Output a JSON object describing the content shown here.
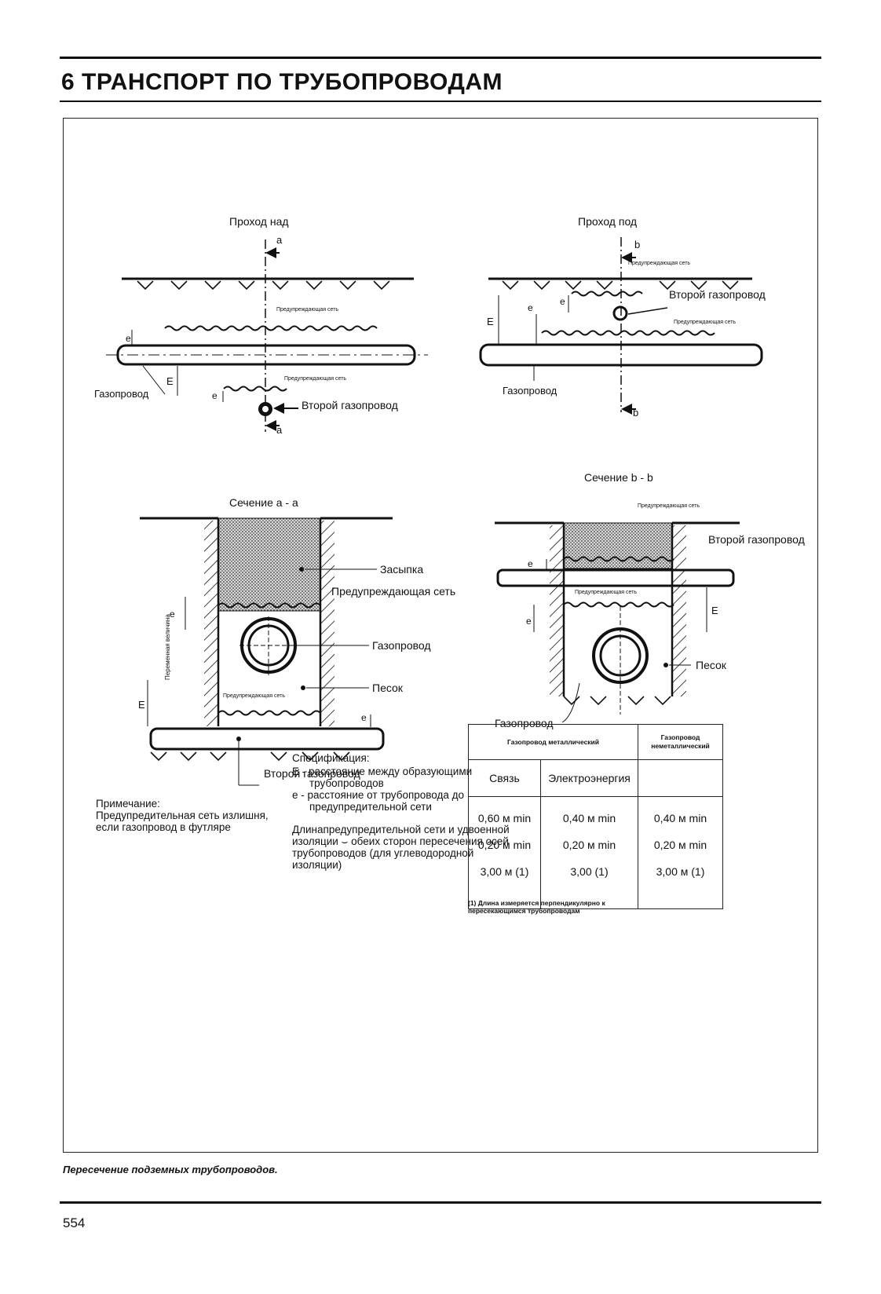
{
  "header": {
    "chapter_title": "6  ТРАНСПОРТ ПО ТРУБОПРОВОДАМ"
  },
  "figure": {
    "over": {
      "title": "Проход над",
      "section_mark_top": "a",
      "section_mark_bottom": "a",
      "warning_net_top": "Предупреждающая сеть",
      "warning_net_bottom": "Предупреждающая сеть",
      "pipeline": "Газопровод",
      "second_pipeline": "Второй газопровод",
      "dim_e": "e",
      "dim_E": "E"
    },
    "under": {
      "title": "Проход под",
      "section_mark_top": "b",
      "section_mark_bottom": "b",
      "warning_net_top": "Предупреждающая сеть",
      "warning_net_bottom": "Предупреждающая сеть",
      "pipeline": "Газопровод",
      "second_pipeline": "Второй газопровод",
      "dim_e": "e",
      "dim_E": "E"
    },
    "section_aa": {
      "title": "Сечение а - а",
      "backfill": "Засыпка",
      "warning_net": "Предупреждающая сеть",
      "warning_net_inner": "Предупреждающая сеть",
      "pipeline": "Газопровод",
      "sand": "Песок",
      "variable_size": "Переменная величина",
      "second_pipeline": "Второй газопровод",
      "dim_e": "e",
      "dim_E": "E"
    },
    "section_bb": {
      "title": "Сечение b - b",
      "warning_net_top": "Предупреждающая сеть",
      "warning_net_inner": "Предупреждающая сеть",
      "second_pipeline": "Второй газопровод",
      "sand": "Песок",
      "pipeline": "Газопровод",
      "dim_e": "e",
      "dim_E": "E"
    },
    "note": {
      "heading": "Примечание:",
      "body": "Предупредительная сеть излишня, если газопровод в футляре"
    },
    "spec": {
      "heading": "Спецификация:",
      "E_def": "E - расстояние между образующими трубопроводов",
      "e_def": "e - расстояние от трубопровода до предупредительной сети",
      "length_note": "Длинапредупредительной сети и удвоенной изоляции ⌣ обеих сторон пересечения осей трубопроводов (для углеводородной изоляции)"
    },
    "table": {
      "group_metal": "Газопровод металлический",
      "group_nonmetal": "Газопровод неметаллический",
      "col_link": "Связь",
      "col_power": "Электроэнергия",
      "rows": [
        [
          "0,60 м min",
          "0,40 м min",
          "0,40 м min"
        ],
        [
          "0,20 м min",
          "0,20 м min",
          "0,20 м min"
        ],
        [
          "3,00 м (1)",
          "3,00 (1)",
          "3,00 м (1)"
        ]
      ],
      "footnote": "(1) Длина измеряется перпендикулярно к пересекающимся трубопроводам"
    },
    "caption": "Пересечение подземных трубопроводов."
  },
  "footer": {
    "page_number": "554"
  }
}
